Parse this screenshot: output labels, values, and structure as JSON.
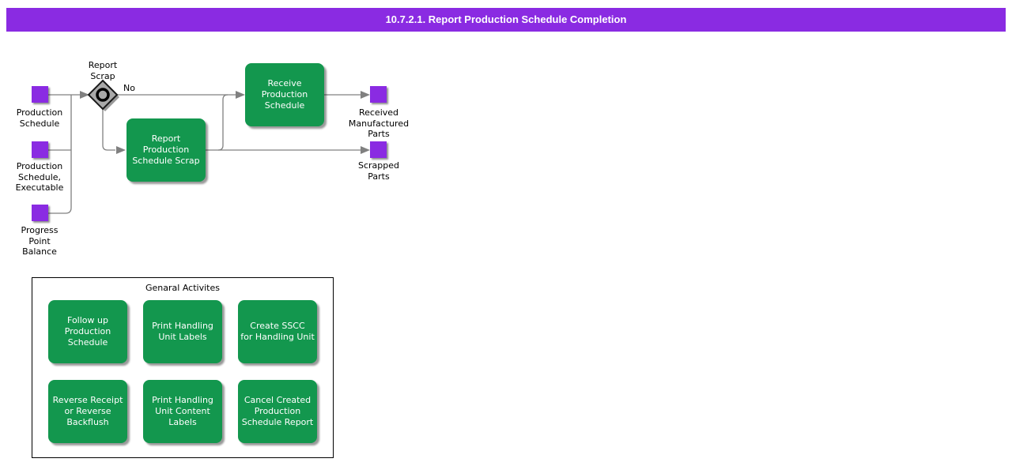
{
  "title": "10.7.2.1. Report Production Schedule Completion",
  "colors": {
    "accent_purple": "#8a2be2",
    "activity_green": "#13974e",
    "line_gray": "#808080",
    "diamond_gray": "#a9a9a9"
  },
  "flow": {
    "decision": {
      "label": "Report\nScrap",
      "no_label": "No"
    },
    "inputs": [
      {
        "label": "Production\nSchedule"
      },
      {
        "label": "Production\nSchedule,\nExecutable"
      },
      {
        "label": "Progress\nPoint\nBalance"
      }
    ],
    "activities": [
      {
        "label": "Receive\nProduction\nSchedule"
      },
      {
        "label": "Report\nProduction\nSchedule Scrap"
      }
    ],
    "outputs": [
      {
        "label": "Received\nManufactured\nParts"
      },
      {
        "label": "Scrapped\nParts"
      }
    ]
  },
  "general": {
    "title": "Genaral Activites",
    "items": [
      {
        "label": "Follow up\nProduction\nSchedule"
      },
      {
        "label": "Print Handling\nUnit Labels"
      },
      {
        "label": "Create SSCC\nfor Handling Unit"
      },
      {
        "label": "Reverse Receipt\nor Reverse\nBackflush"
      },
      {
        "label": "Print Handling\nUnit Content\nLabels"
      },
      {
        "label": "Cancel Created\nProduction\nSchedule Report"
      }
    ]
  }
}
